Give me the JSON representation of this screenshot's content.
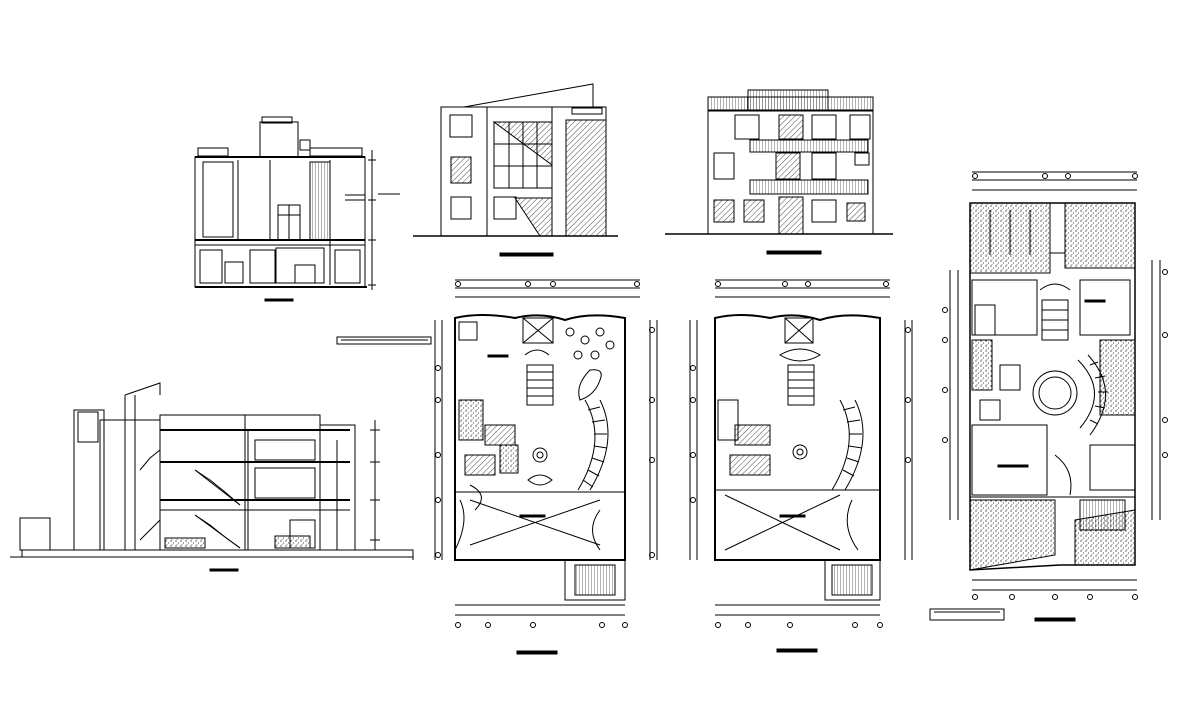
{
  "drawing": {
    "background": "#ffffff",
    "ink": "#000000",
    "views": [
      "section-left-upper",
      "section-right-lower",
      "front-elevation",
      "rear-elevation",
      "ground-floor-plan",
      "first-floor-plan",
      "roof-site-plan"
    ]
  }
}
